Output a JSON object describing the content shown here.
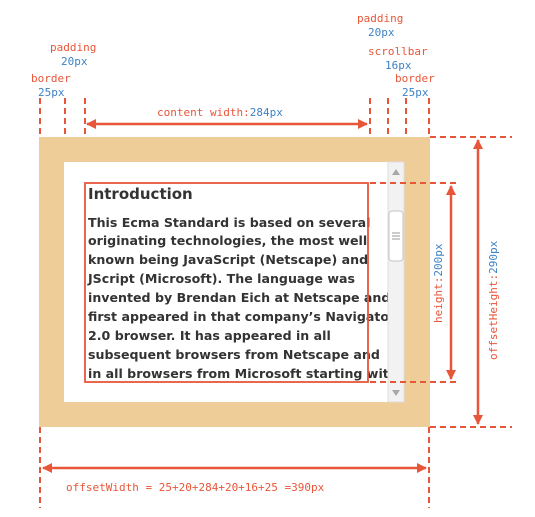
{
  "colors": {
    "border_fill": "#efcd99",
    "arrow": "#e8563a",
    "label_blue": "#3d82c4",
    "text": "#333333"
  },
  "labels": {
    "padding_left": {
      "name": "padding",
      "value": "20px"
    },
    "border_left": {
      "name": "border",
      "value": "25px"
    },
    "padding_right": {
      "name": "padding",
      "value": "20px"
    },
    "scrollbar": {
      "name": "scrollbar",
      "value": "16px"
    },
    "border_right": {
      "name": "border",
      "value": "25px"
    },
    "content_width": {
      "name": "content width:",
      "value": "284px"
    },
    "height": {
      "name": "height:",
      "value": "200px"
    },
    "offset_height": {
      "name": "offsetHeight:",
      "value": "290px"
    },
    "offset_width": "offsetWidth = 25+20+284+20+16+25 =390px"
  },
  "content": {
    "title": "Introduction",
    "lines": [
      "This Ecma Standard is based on several",
      "originating technologies, the most well",
      "known being JavaScript (Netscape) and",
      "JScript (Microsoft). The language was",
      "invented by Brendan Eich at Netscape and",
      "first appeared in that company’s Navigator",
      "2.0 browser. It has appeared in all",
      "subsequent browsers from Netscape and",
      "in all browsers from Microsoft starting with"
    ]
  },
  "scrollbar_icons": {
    "up": "arrow-up-icon",
    "thumb": "grip-icon",
    "down": "arrow-down-icon"
  }
}
